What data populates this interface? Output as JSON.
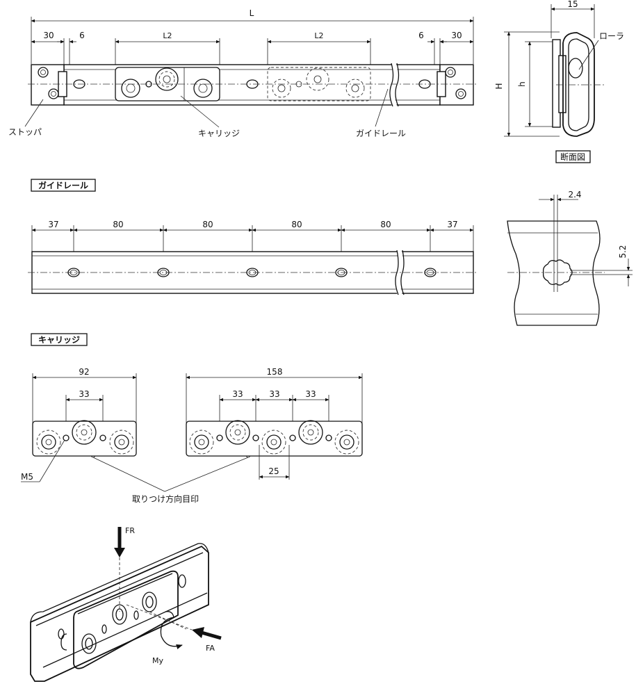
{
  "top": {
    "dim_L": "L",
    "dim_end_left": "30",
    "dim_gap_left": "6",
    "dim_L2_a": "L2",
    "dim_L2_b": "L2",
    "dim_gap_right": "6",
    "dim_end_right": "30",
    "label_stopper": "ストッパ",
    "label_carriage": "キャリッジ",
    "label_guiderail": "ガイドレール",
    "section_dim_15": "15",
    "section_H": "H",
    "section_h": "h",
    "label_roller": "ローラ",
    "section_title": "断面図"
  },
  "guiderail": {
    "heading": "ガイドレール",
    "dims": [
      "37",
      "80",
      "80",
      "80",
      "80",
      "37"
    ],
    "detail_24": "2.4",
    "detail_52": "5.2"
  },
  "carriage": {
    "heading": "キャリッジ",
    "short_len": "92",
    "short_pitch": "33",
    "long_len": "158",
    "long_pitch_1": "33",
    "long_pitch_2": "33",
    "long_pitch_3": "33",
    "long_offset": "25",
    "label_thread": "M5",
    "label_mark": "取りつけ方向目印"
  },
  "iso": {
    "label_FR": "FR",
    "label_FA": "FA",
    "label_My": "My"
  }
}
